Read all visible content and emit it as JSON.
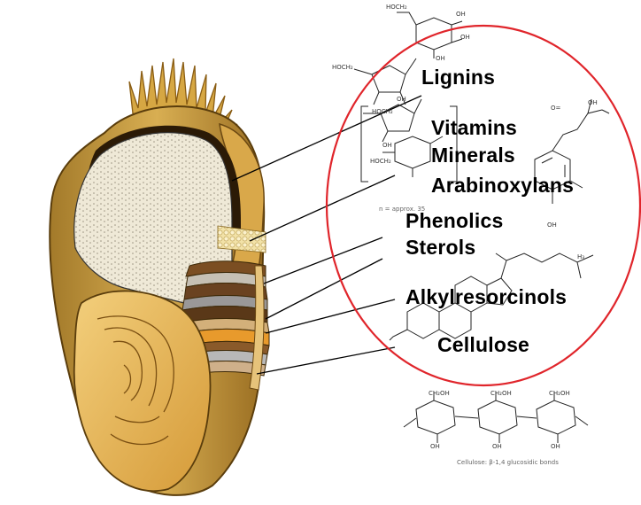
{
  "labels": {
    "lignins": "Lignins",
    "vitamins": "Vitamins",
    "minerals": "Minerals",
    "arabinoxylans": "Arabinoxylans",
    "phenolics": "Phenolics",
    "sterols": "Sterols",
    "alkylresorcinols": "Alkylresorcinols",
    "cellulose": "Cellulose"
  },
  "chem_text": {
    "n_approx": "n = approx. 35",
    "cellulose_caption": "Cellulose: β-1,4 glucosidic bonds"
  },
  "colors": {
    "circle": "#e0252b",
    "bran": "#c89a3a",
    "endosperm": "#ede6d3",
    "germ": "#e8b85a",
    "leader_line": "#000000"
  }
}
